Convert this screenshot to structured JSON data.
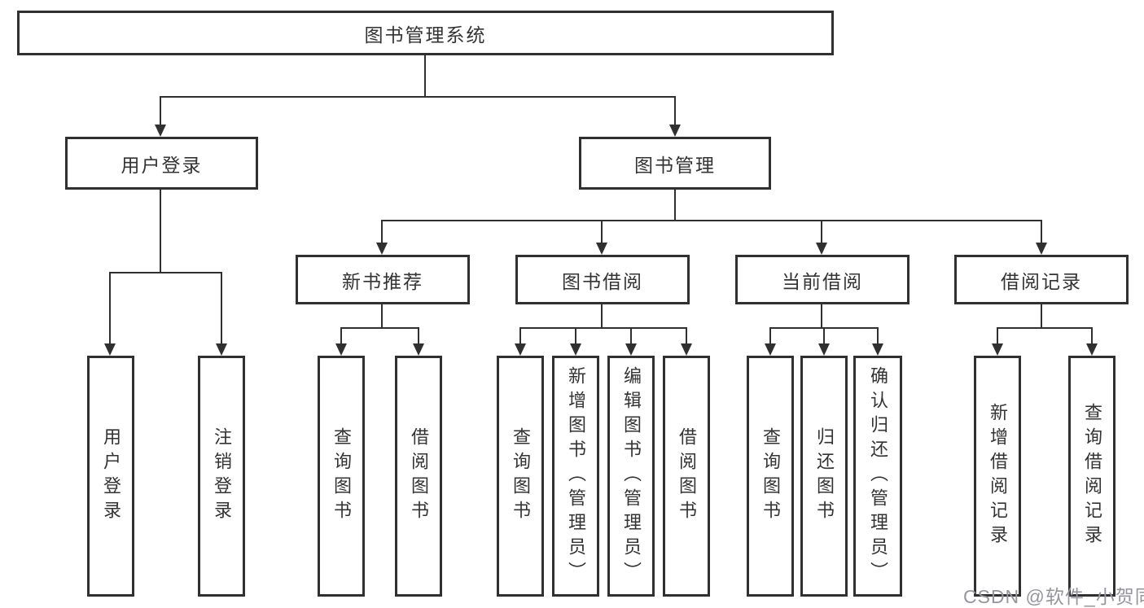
{
  "diagram": {
    "type": "tree",
    "title": "图书管理系统",
    "root": {
      "label": "图书管理系统",
      "children": [
        {
          "label": "用户登录",
          "children": [
            {
              "label": "用户登录"
            },
            {
              "label": "注销登录"
            }
          ]
        },
        {
          "label": "图书管理",
          "children": [
            {
              "label": "新书推荐",
              "children": [
                {
                  "label": "查询图书"
                },
                {
                  "label": "借阅图书"
                }
              ]
            },
            {
              "label": "图书借阅",
              "children": [
                {
                  "label": "查询图书"
                },
                {
                  "label": "新增图书（管理员）"
                },
                {
                  "label": "编辑图书（管理员）"
                },
                {
                  "label": "借阅图书"
                }
              ]
            },
            {
              "label": "当前借阅",
              "children": [
                {
                  "label": "查询图书"
                },
                {
                  "label": "归还图书"
                },
                {
                  "label": "确认归还（管理员）"
                }
              ]
            },
            {
              "label": "借阅记录",
              "children": [
                {
                  "label": "新增借阅记录"
                },
                {
                  "label": "查询借阅记录"
                }
              ]
            }
          ]
        }
      ]
    },
    "colors": {
      "line": "#303030",
      "text": "#333333",
      "box_background": "#ffffff",
      "page_background": "#ffffff",
      "watermark": "#95959f"
    }
  },
  "watermark": {
    "text": "CSDN @软件_小贺同学"
  }
}
